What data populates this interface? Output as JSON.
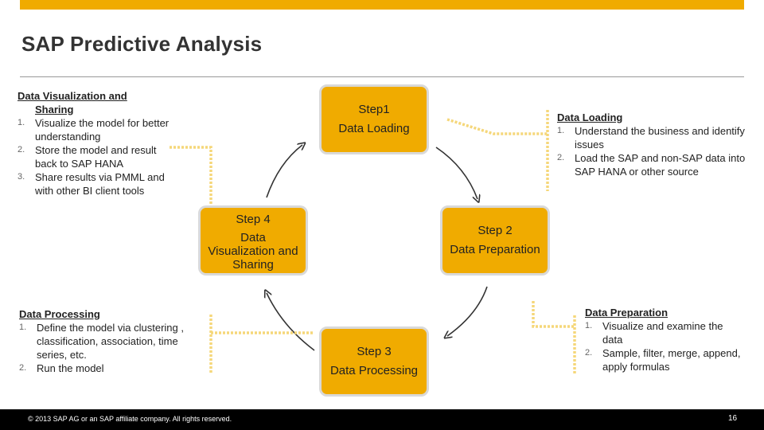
{
  "header": {
    "title": "SAP Predictive Analysis"
  },
  "steps": {
    "step1": {
      "line1": "Step1",
      "line2": "Data Loading"
    },
    "step2": {
      "line1": "Step 2",
      "line2": "Data Preparation"
    },
    "step3": {
      "line1": "Step 3",
      "line2": "Data Processing"
    },
    "step4": {
      "line1": "Step 4",
      "line2": "Data",
      "line3": "Visualization and",
      "line4": "Sharing"
    }
  },
  "data_visualization": {
    "heading_line1": "Data Visualization and",
    "heading_line2": "Sharing",
    "items": [
      {
        "num": "1.",
        "text": "Visualize the model for better understanding"
      },
      {
        "num": "2.",
        "text": "Store the model and result back to SAP HANA"
      },
      {
        "num": "3.",
        "text": "Share results via PMML and with other BI client tools"
      }
    ]
  },
  "data_loading": {
    "heading": "Data Loading",
    "items": [
      {
        "num": "1.",
        "text": "Understand the business and identify issues"
      },
      {
        "num": "2.",
        "text": "Load the SAP and non-SAP data into SAP HANA or other source"
      }
    ]
  },
  "data_preparation": {
    "heading": "Data Preparation",
    "items": [
      {
        "num": "1.",
        "text": "Visualize and examine the data"
      },
      {
        "num": "2.",
        "text": "Sample, filter, merge, append, apply formulas"
      }
    ]
  },
  "data_processing": {
    "heading": "Data Processing",
    "items": [
      {
        "num": "1.",
        "text": "Define the model via clustering , classification, association, time series, etc."
      },
      {
        "num": "2.",
        "text": "Run the model"
      }
    ]
  },
  "footer": {
    "copyright": "© 2013 SAP AG or an SAP affiliate company. All rights reserved.",
    "page": "16"
  },
  "colors": {
    "accent": "#f0ab00",
    "connector": "#f5d77a",
    "footer": "#000000"
  }
}
